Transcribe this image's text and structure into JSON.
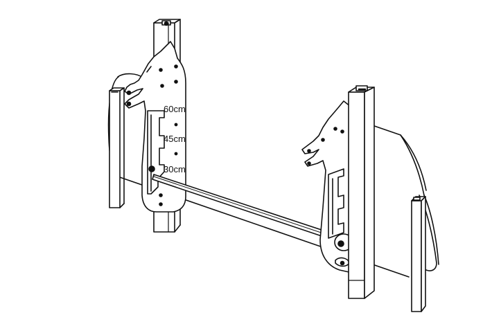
{
  "diagram": {
    "height_labels": [
      {
        "text": "60cm"
      },
      {
        "text": "45cm"
      },
      {
        "text": "30cm"
      }
    ],
    "colors": {
      "line": "#111111",
      "fill": "#ffffff"
    }
  }
}
